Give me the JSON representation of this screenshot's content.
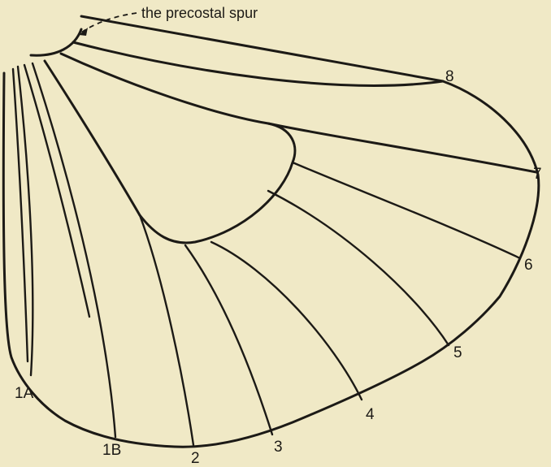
{
  "annotation": "the precostal spur",
  "labels": {
    "v8": "8",
    "v7": "7",
    "v6": "6",
    "v5": "5",
    "v4": "4",
    "v3": "3",
    "v2": "2",
    "v1b": "1B",
    "v1a": "1A"
  }
}
